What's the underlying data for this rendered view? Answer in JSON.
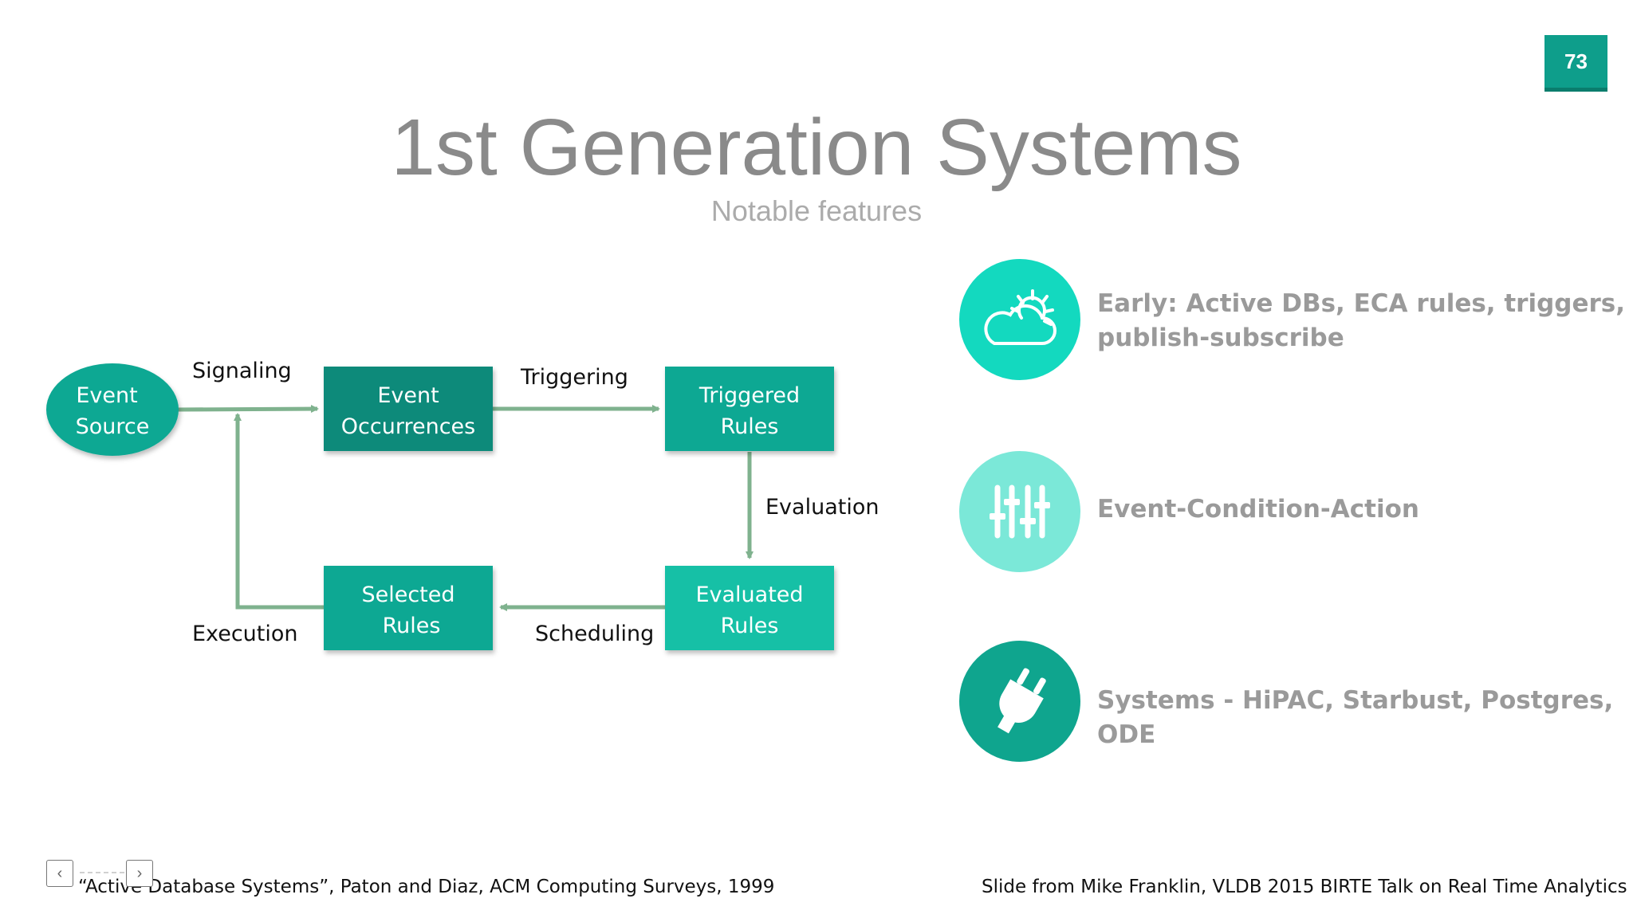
{
  "slide_number": "73",
  "title": "1st Generation Systems",
  "subtitle": "Notable features",
  "diagram": {
    "nodes": {
      "event_source": [
        "Event",
        "Source"
      ],
      "event_occurrences": [
        "Event",
        "Occurrences"
      ],
      "triggered_rules": [
        "Triggered",
        "Rules"
      ],
      "evaluated_rules": [
        "Evaluated",
        "Rules"
      ],
      "selected_rules": [
        "Selected",
        "Rules"
      ]
    },
    "edges": {
      "signaling": "Signaling",
      "triggering": "Triggering",
      "evaluation": "Evaluation",
      "scheduling": "Scheduling",
      "execution": "Execution"
    }
  },
  "features": [
    {
      "icon": "cloud-sun-icon",
      "color": "#13d9bf",
      "lines": [
        "Early: Active DBs, ECA rules, triggers,",
        "publish-subscribe"
      ]
    },
    {
      "icon": "sliders-icon",
      "color": "#7be8d8",
      "lines": [
        "Event-Condition-Action"
      ]
    },
    {
      "icon": "plug-icon",
      "color": "#0fa58e",
      "lines": [
        "Systems - HiPAC, Starbust, Postgres, ODE"
      ]
    }
  ],
  "footer": {
    "citation": "“Active Database Systems”, Paton and Diaz, ACM Computing Surveys, 1999",
    "credit": "Slide from Mike Franklin, VLDB 2015 BIRTE Talk on Real Time Analytics"
  },
  "colors": {
    "arrow": "#7fb28e",
    "node_dark": "#0e8a7a",
    "node_mid": "#11a893",
    "node_light": "#14c0a6",
    "badge": "#0e9e8b"
  }
}
